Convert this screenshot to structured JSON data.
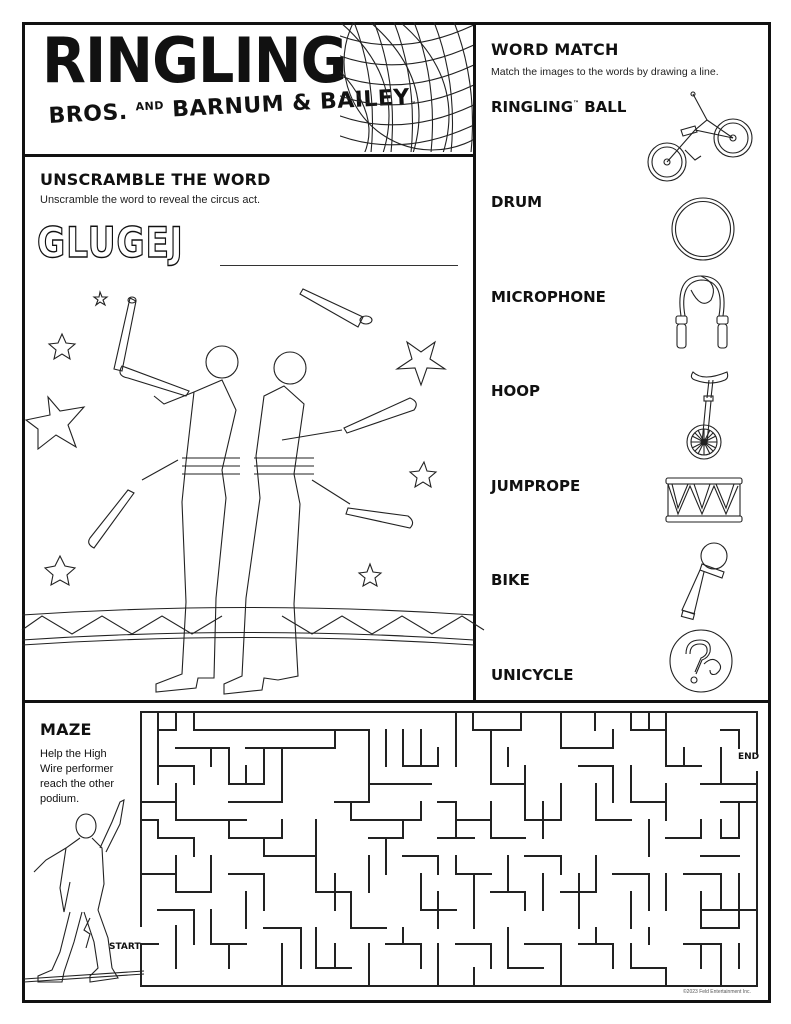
{
  "header": {
    "logo_main": "RINGLING",
    "logo_sub_bros": "BROS.",
    "logo_sub_and": "AND",
    "logo_sub_rest": "BARNUM & BAILEY",
    "logo_tm": "™"
  },
  "unscramble": {
    "title": "UNSCRAMBLE THE WORD",
    "instructions": "Unscramble the word to reveal the circus act.",
    "scrambled_word": "GLUGEJ",
    "answer_value": "",
    "illustration": "two-jugglers-back-to-back"
  },
  "word_match": {
    "title": "WORD MATCH",
    "instructions": "Match the images to the words by drawing a line.",
    "words": [
      {
        "label": "RINGLING",
        "tm": "™",
        "suffix": " BALL"
      },
      {
        "label": "DRUM"
      },
      {
        "label": "MICROPHONE"
      },
      {
        "label": "HOOP"
      },
      {
        "label": "JUMPROPE"
      },
      {
        "label": "BIKE"
      },
      {
        "label": "UNICYCLE"
      }
    ],
    "images": [
      "bike-icon",
      "hoop-icon",
      "jumprope-icon",
      "unicycle-icon",
      "drum-icon",
      "microphone-icon",
      "ringling-ball-icon"
    ]
  },
  "maze": {
    "title": "MAZE",
    "instructions": "Help the High Wire performer reach the other podium.",
    "start_label": "START",
    "end_label": "END",
    "illustration": "high-wire-performer"
  },
  "footer": {
    "copyright": "©2023 Feld Entertainment Inc."
  }
}
